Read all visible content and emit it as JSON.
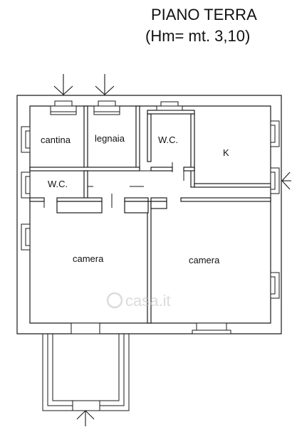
{
  "title": {
    "line1": "PIANO TERRA",
    "line2": "(Hm= mt. 3,10)"
  },
  "rooms": {
    "cantina": "cantina",
    "legnaia": "legnaia",
    "wc_top": "W.C.",
    "k": "K",
    "wc_left": "W.C.",
    "camera_left": "camera",
    "camera_right": "camera"
  },
  "watermark": "casa.it"
}
